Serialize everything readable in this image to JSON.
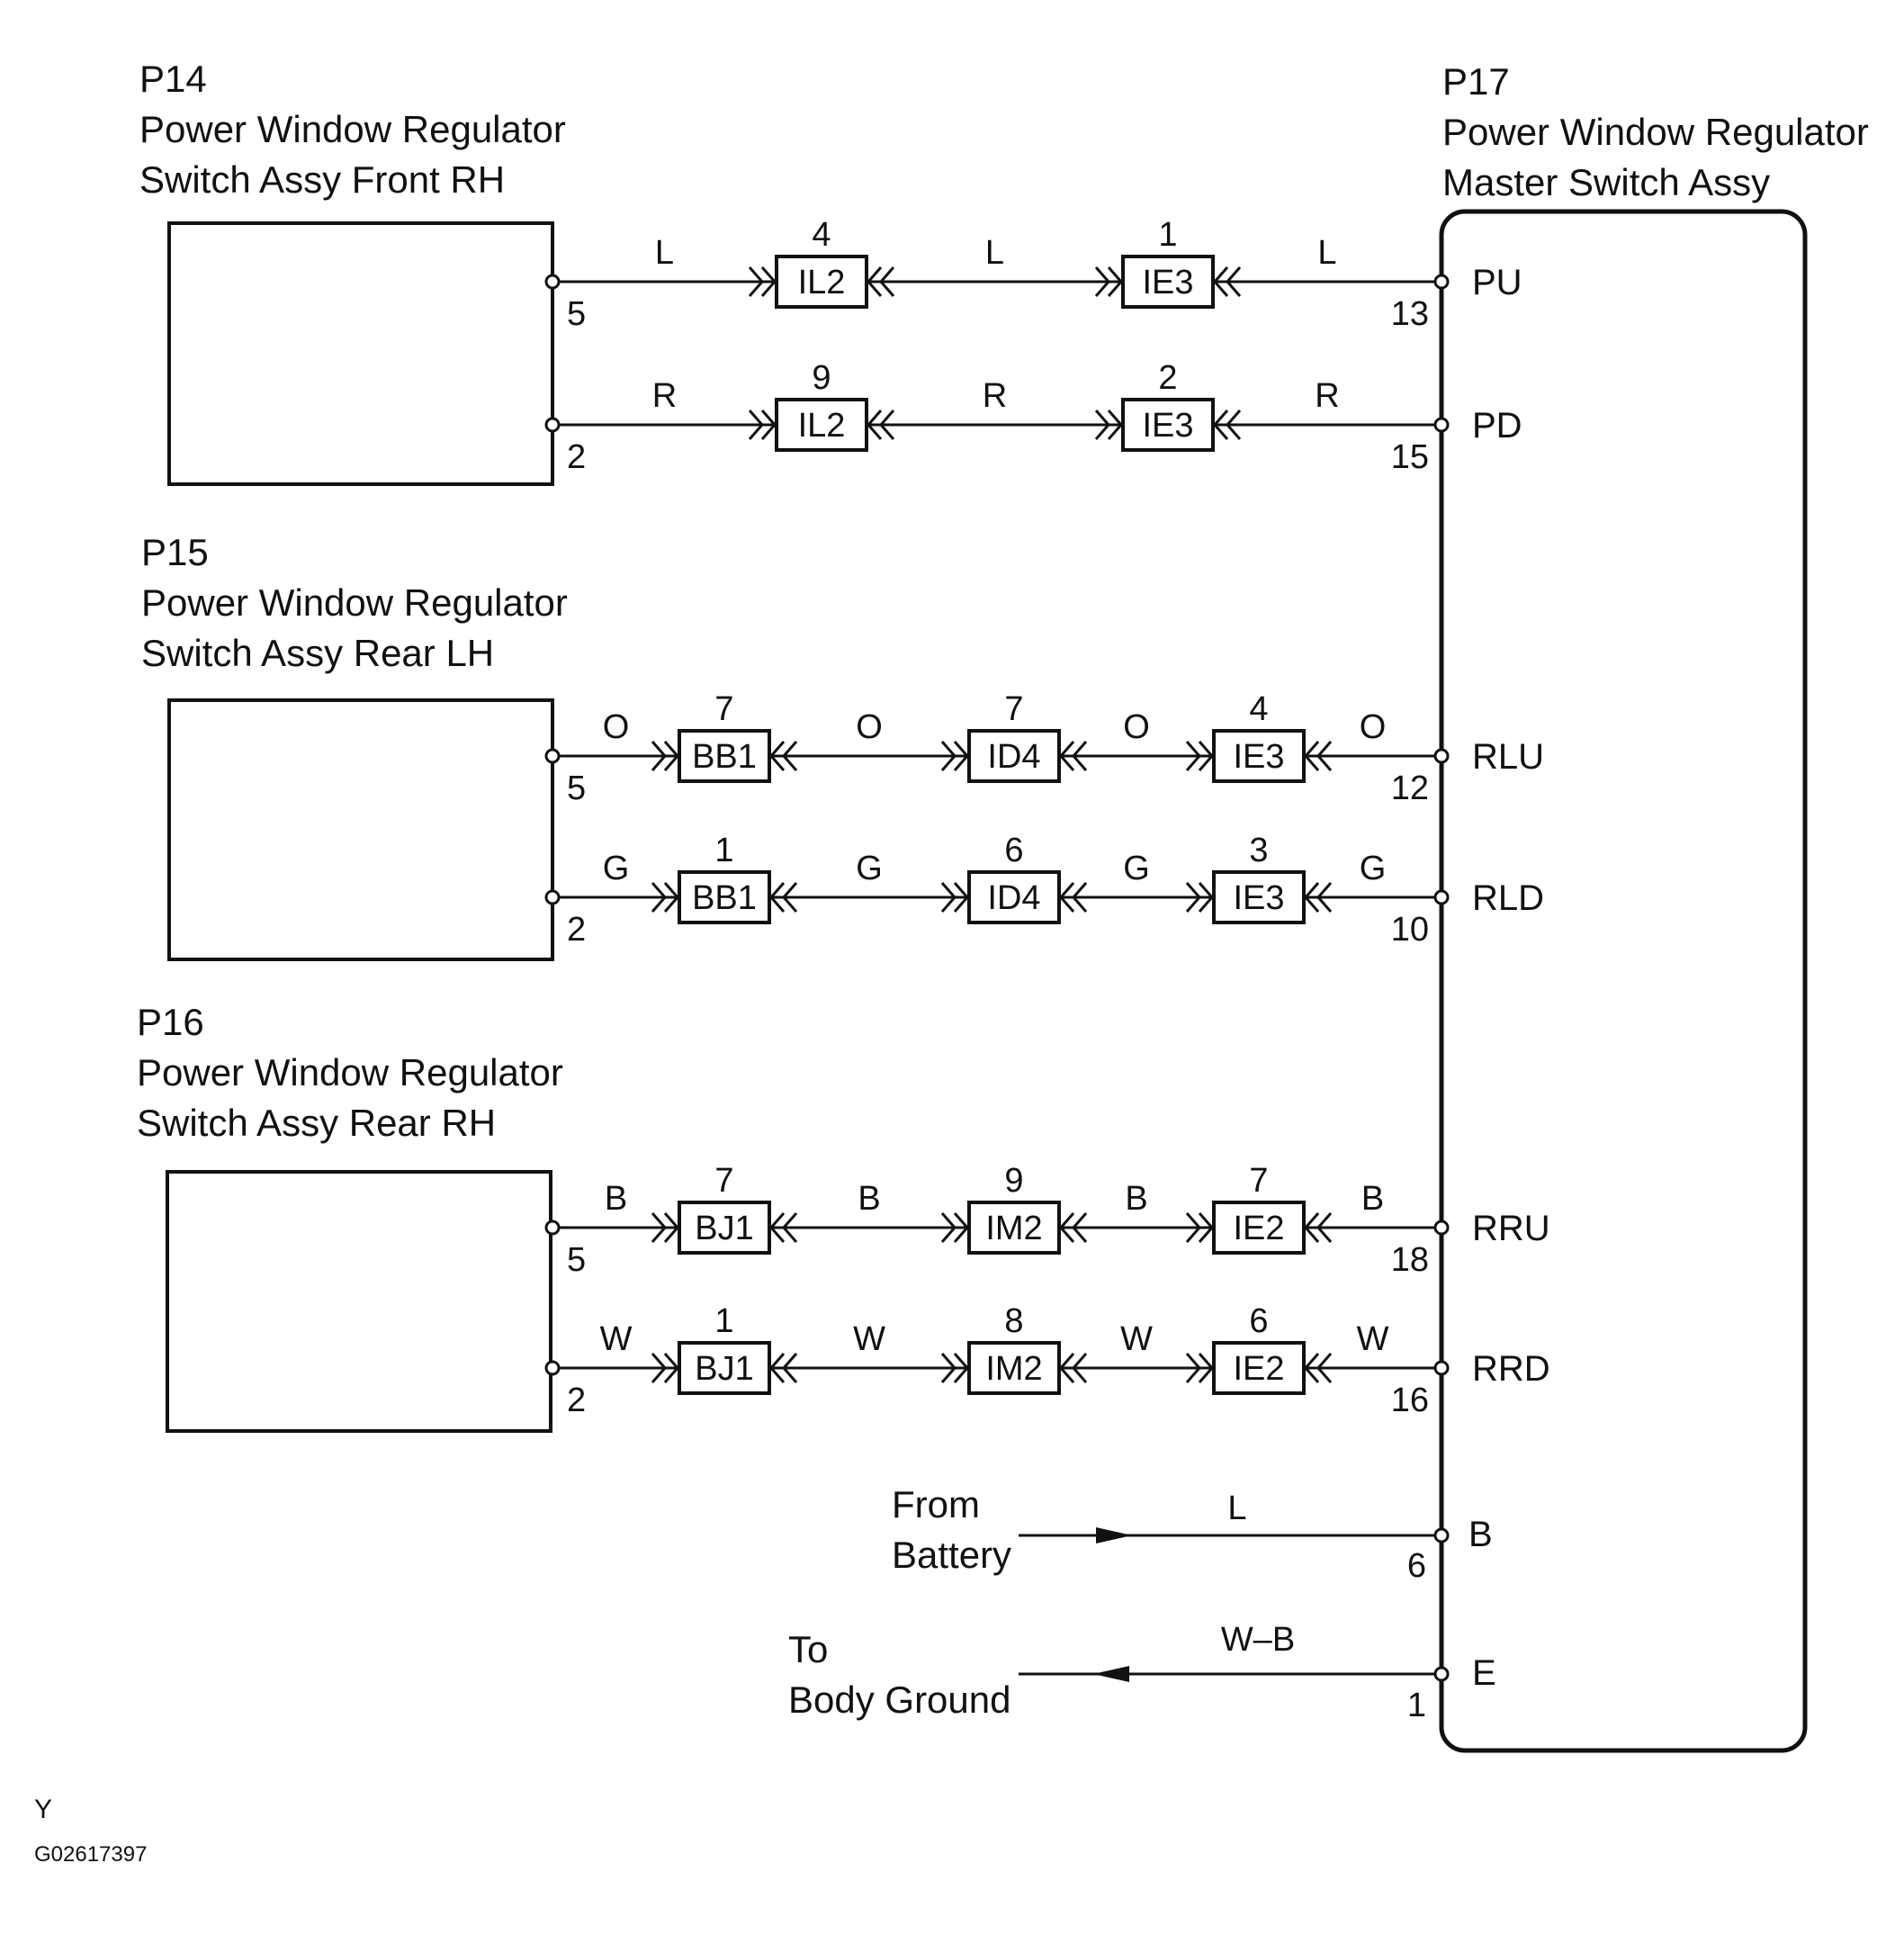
{
  "components": [
    {
      "id": "P14",
      "lines": [
        "Power Window Regulator",
        "Switch Assy Front RH"
      ]
    },
    {
      "id": "P15",
      "lines": [
        "Power Window Regulator",
        "Switch Assy Rear LH"
      ]
    },
    {
      "id": "P16",
      "lines": [
        "Power Window Regulator",
        "Switch Assy Rear RH"
      ]
    },
    {
      "id": "P17",
      "lines": [
        "Power Window Regulator",
        "Master Switch Assy"
      ]
    }
  ],
  "circuits": [
    {
      "color": "L",
      "src_pin": "5",
      "dst_pin": "13",
      "terminal": "PU",
      "connectors": [
        {
          "name": "IL2",
          "pin": "4"
        },
        {
          "name": "IE3",
          "pin": "1"
        }
      ]
    },
    {
      "color": "R",
      "src_pin": "2",
      "dst_pin": "15",
      "terminal": "PD",
      "connectors": [
        {
          "name": "IL2",
          "pin": "9"
        },
        {
          "name": "IE3",
          "pin": "2"
        }
      ]
    },
    {
      "color": "O",
      "src_pin": "5",
      "dst_pin": "12",
      "terminal": "RLU",
      "connectors": [
        {
          "name": "BB1",
          "pin": "7"
        },
        {
          "name": "ID4",
          "pin": "7"
        },
        {
          "name": "IE3",
          "pin": "4"
        }
      ]
    },
    {
      "color": "G",
      "src_pin": "2",
      "dst_pin": "10",
      "terminal": "RLD",
      "connectors": [
        {
          "name": "BB1",
          "pin": "1"
        },
        {
          "name": "ID4",
          "pin": "6"
        },
        {
          "name": "IE3",
          "pin": "3"
        }
      ]
    },
    {
      "color": "B",
      "src_pin": "5",
      "dst_pin": "18",
      "terminal": "RRU",
      "connectors": [
        {
          "name": "BJ1",
          "pin": "7"
        },
        {
          "name": "IM2",
          "pin": "9"
        },
        {
          "name": "IE2",
          "pin": "7"
        }
      ]
    },
    {
      "color": "W",
      "src_pin": "2",
      "dst_pin": "16",
      "terminal": "RRD",
      "connectors": [
        {
          "name": "BJ1",
          "pin": "1"
        },
        {
          "name": "IM2",
          "pin": "8"
        },
        {
          "name": "IE2",
          "pin": "6"
        }
      ]
    }
  ],
  "power": {
    "battery": {
      "lines": [
        "From",
        "Battery"
      ],
      "color": "L",
      "pin": "6",
      "terminal": "B"
    },
    "ground": {
      "lines": [
        "To",
        "Body Ground"
      ],
      "color": "W–B",
      "pin": "1",
      "terminal": "E"
    }
  },
  "footer": {
    "code": "Y",
    "figure_id": "G02617397"
  },
  "colors": {
    "line": "#111111",
    "background": "#ffffff"
  }
}
